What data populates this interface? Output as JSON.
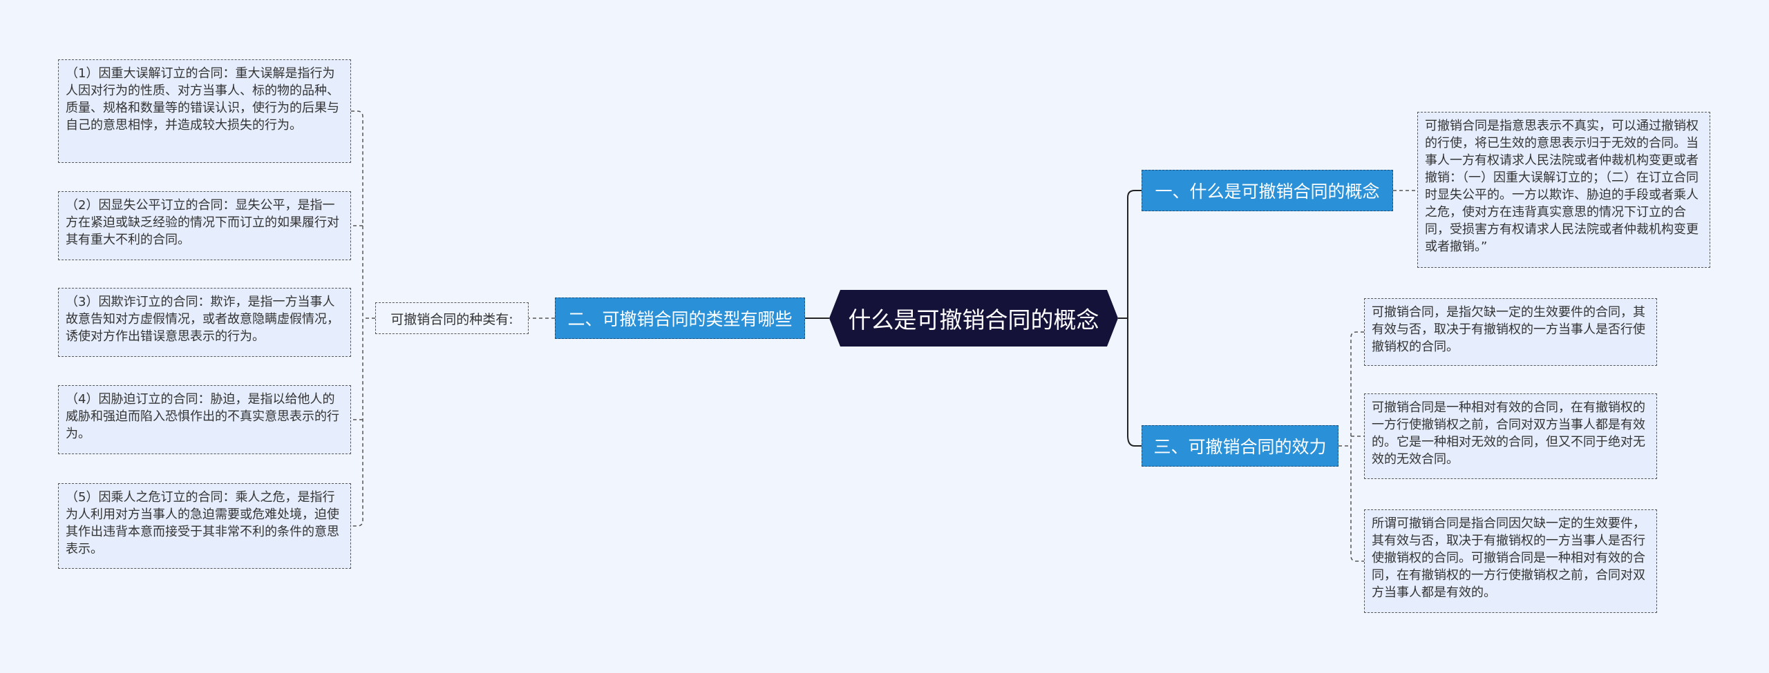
{
  "root": {
    "title": "什么是可撤销合同的概念"
  },
  "branches": {
    "concept": "一、什么是可撤销合同的概念",
    "types": "二、可撤销合同的类型有哪些",
    "effect": "三、可撤销合同的效力"
  },
  "types_label": "可撤销合同的种类有:",
  "concept_detail": "可撤销合同是指意思表示不真实，可以通过撤销权的行使，将已生效的意思表示归于无效的合同。当事人一方有权请求人民法院或者仲裁机构变更或者撤销：（一）因重大误解订立的；（二）在订立合同时显失公平的。一方以欺诈、胁迫的手段或者乘人之危，使对方在违背真实意思的情况下订立的合同，受损害方有权请求人民法院或者仲裁机构变更或者撤销。”",
  "effect_items": [
    "可撤销合同，是指欠缺一定的生效要件的合同，其有效与否，取决于有撤销权的一方当事人是否行使撤销权的合同。",
    "可撤销合同是一种相对有效的合同，在有撤销权的一方行使撤销权之前，合同对双方当事人都是有效的。它是一种相对无效的合同，但又不同于绝对无效的无效合同。",
    "所谓可撤销合同是指合同因欠缺一定的生效要件，其有效与否，取决于有撤销权的一方当事人是否行使撤销权的合同。可撤销合同是一种相对有效的合同，在有撤销权的一方行使撤销权之前，合同对双方当事人都是有效的。"
  ],
  "type_items": [
    "（1）因重大误解订立的合同：重大误解是指行为人因对行为的性质、对方当事人、标的物的品种、质量、规格和数量等的错误认识，使行为的后果与自己的意思相悖，并造成较大损失的行为。",
    "（2）因显失公平订立的合同：显失公平，是指一方在紧迫或缺乏经验的情况下而订立的如果履行对其有重大不利的合同。",
    "（3）因欺诈订立的合同：欺诈，是指一方当事人故意告知对方虚假情况，或者故意隐瞒虚假情况，诱使对方作出错误意思表示的行为。",
    "（4）因胁迫订立的合同：胁迫，是指以给他人的威胁和强迫而陷入恐惧作出的不真实意思表示的行为。",
    "（5）因乘人之危订立的合同：乘人之危，是指行为人利用对方当事人的急迫需要或危难处境，迫使其作出违背本意而接受于其非常不利的条件的意思表示。"
  ],
  "colors": {
    "background": "#f1f5fe",
    "root": "#151239",
    "branch": "#2a91d8",
    "leaf": "#e6eefd",
    "line": "#222222"
  }
}
